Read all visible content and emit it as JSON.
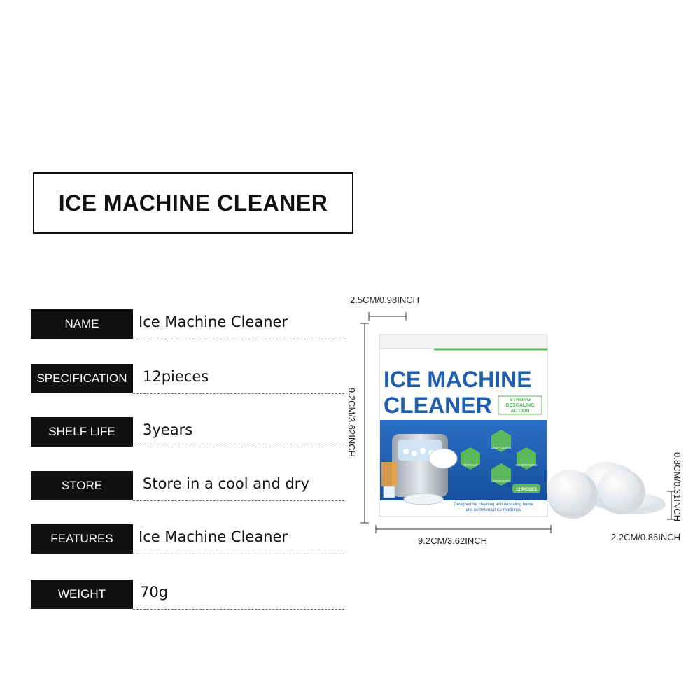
{
  "title": "ICE MACHINE CLEANER",
  "specs": [
    {
      "label": "NAME",
      "value": "Ice Machine Cleaner"
    },
    {
      "label": "SPECIFICATION",
      "value": "12pieces"
    },
    {
      "label": "SHELF LIFE",
      "value": "3years"
    },
    {
      "label": "STORE",
      "value": "Store in a cool and dry"
    },
    {
      "label": "FEATURES",
      "value": "Ice Machine Cleaner"
    },
    {
      "label": "WEIGHT",
      "value": "70g"
    }
  ],
  "dimensions": {
    "box_depth": "2.5CM/0.98INCH",
    "box_height": "9.2CM/3.62INCH",
    "box_width": "9.2CM/3.62INCH",
    "tablet_thickness": "0.8CM/0.31INCH",
    "tablet_diameter": "2.2CM/0.86INCH"
  },
  "package": {
    "line1": "ICE MACHINE",
    "line2": "CLEANER",
    "tag1": "STRONG",
    "tag2": "DESCALING",
    "tag3": "ACTION",
    "hex1": "DEEP CLEAN",
    "hex2": "DESCALE",
    "hex3": "DEODORIZES",
    "hex4": "REFRESHES",
    "count": "12 PIECES",
    "desc1": "Designed for cleaning and descaling home",
    "desc2": "and commercial ice machines"
  },
  "colors": {
    "blue": "#1f5fb0",
    "green": "#5cb85c",
    "black": "#111111"
  }
}
